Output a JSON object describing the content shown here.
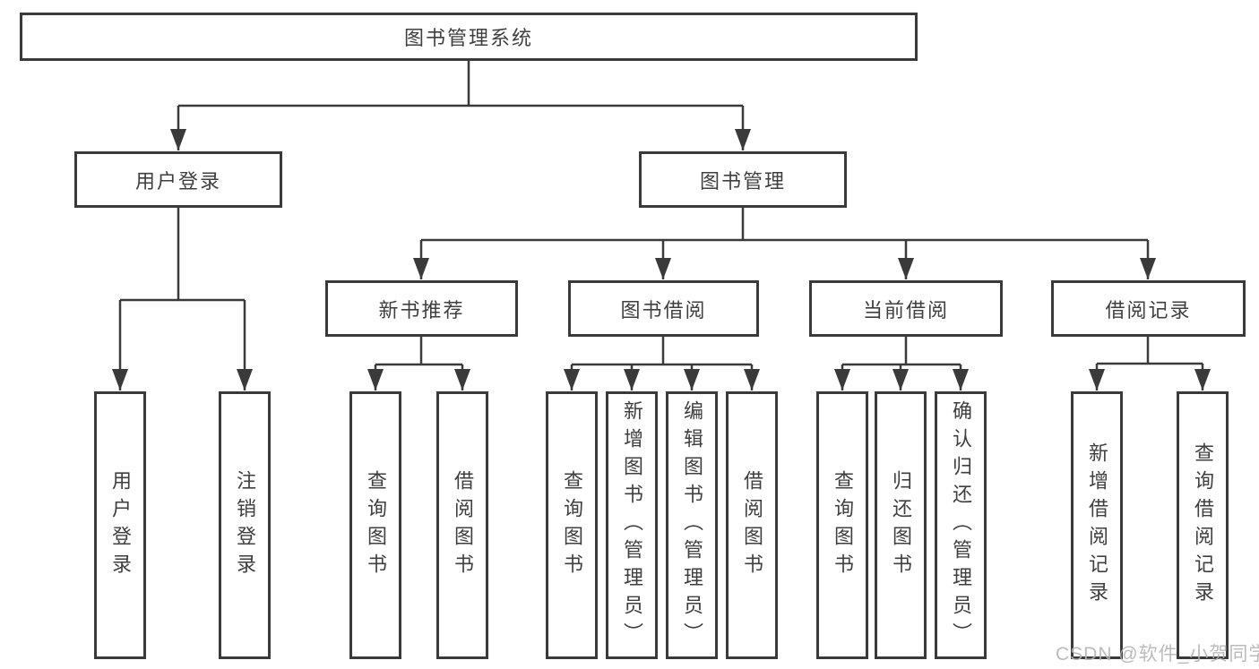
{
  "diagram_title": "图书管理系统",
  "tree": {
    "root": {
      "label": "图书管理系统"
    },
    "branches": [
      {
        "label": "用户登录",
        "children": [
          {
            "label": "用户登录"
          },
          {
            "label": "注销登录"
          }
        ]
      },
      {
        "label": "图书管理",
        "children": [
          {
            "label": "新书推荐",
            "children": [
              {
                "label": "查询图书"
              },
              {
                "label": "借阅图书"
              }
            ]
          },
          {
            "label": "图书借阅",
            "children": [
              {
                "label": "查询图书"
              },
              {
                "label": "新增图书（管理员）"
              },
              {
                "label": "编辑图书（管理员）"
              },
              {
                "label": "借阅图书"
              }
            ]
          },
          {
            "label": "当前借阅",
            "children": [
              {
                "label": "查询图书"
              },
              {
                "label": "归还图书"
              },
              {
                "label": "确认归还（管理员）"
              }
            ]
          },
          {
            "label": "借阅记录",
            "children": [
              {
                "label": "新增借阅记录"
              },
              {
                "label": "查询借阅记录"
              }
            ]
          }
        ]
      }
    ]
  },
  "watermark": {
    "text": "CSDN @软件_小贺同学",
    "color": "#b4b4b4"
  },
  "colors": {
    "line": "#3a3a3a",
    "box_border": "#3a3a3a",
    "text": "#3f3f3f",
    "background": "#ffffff"
  }
}
